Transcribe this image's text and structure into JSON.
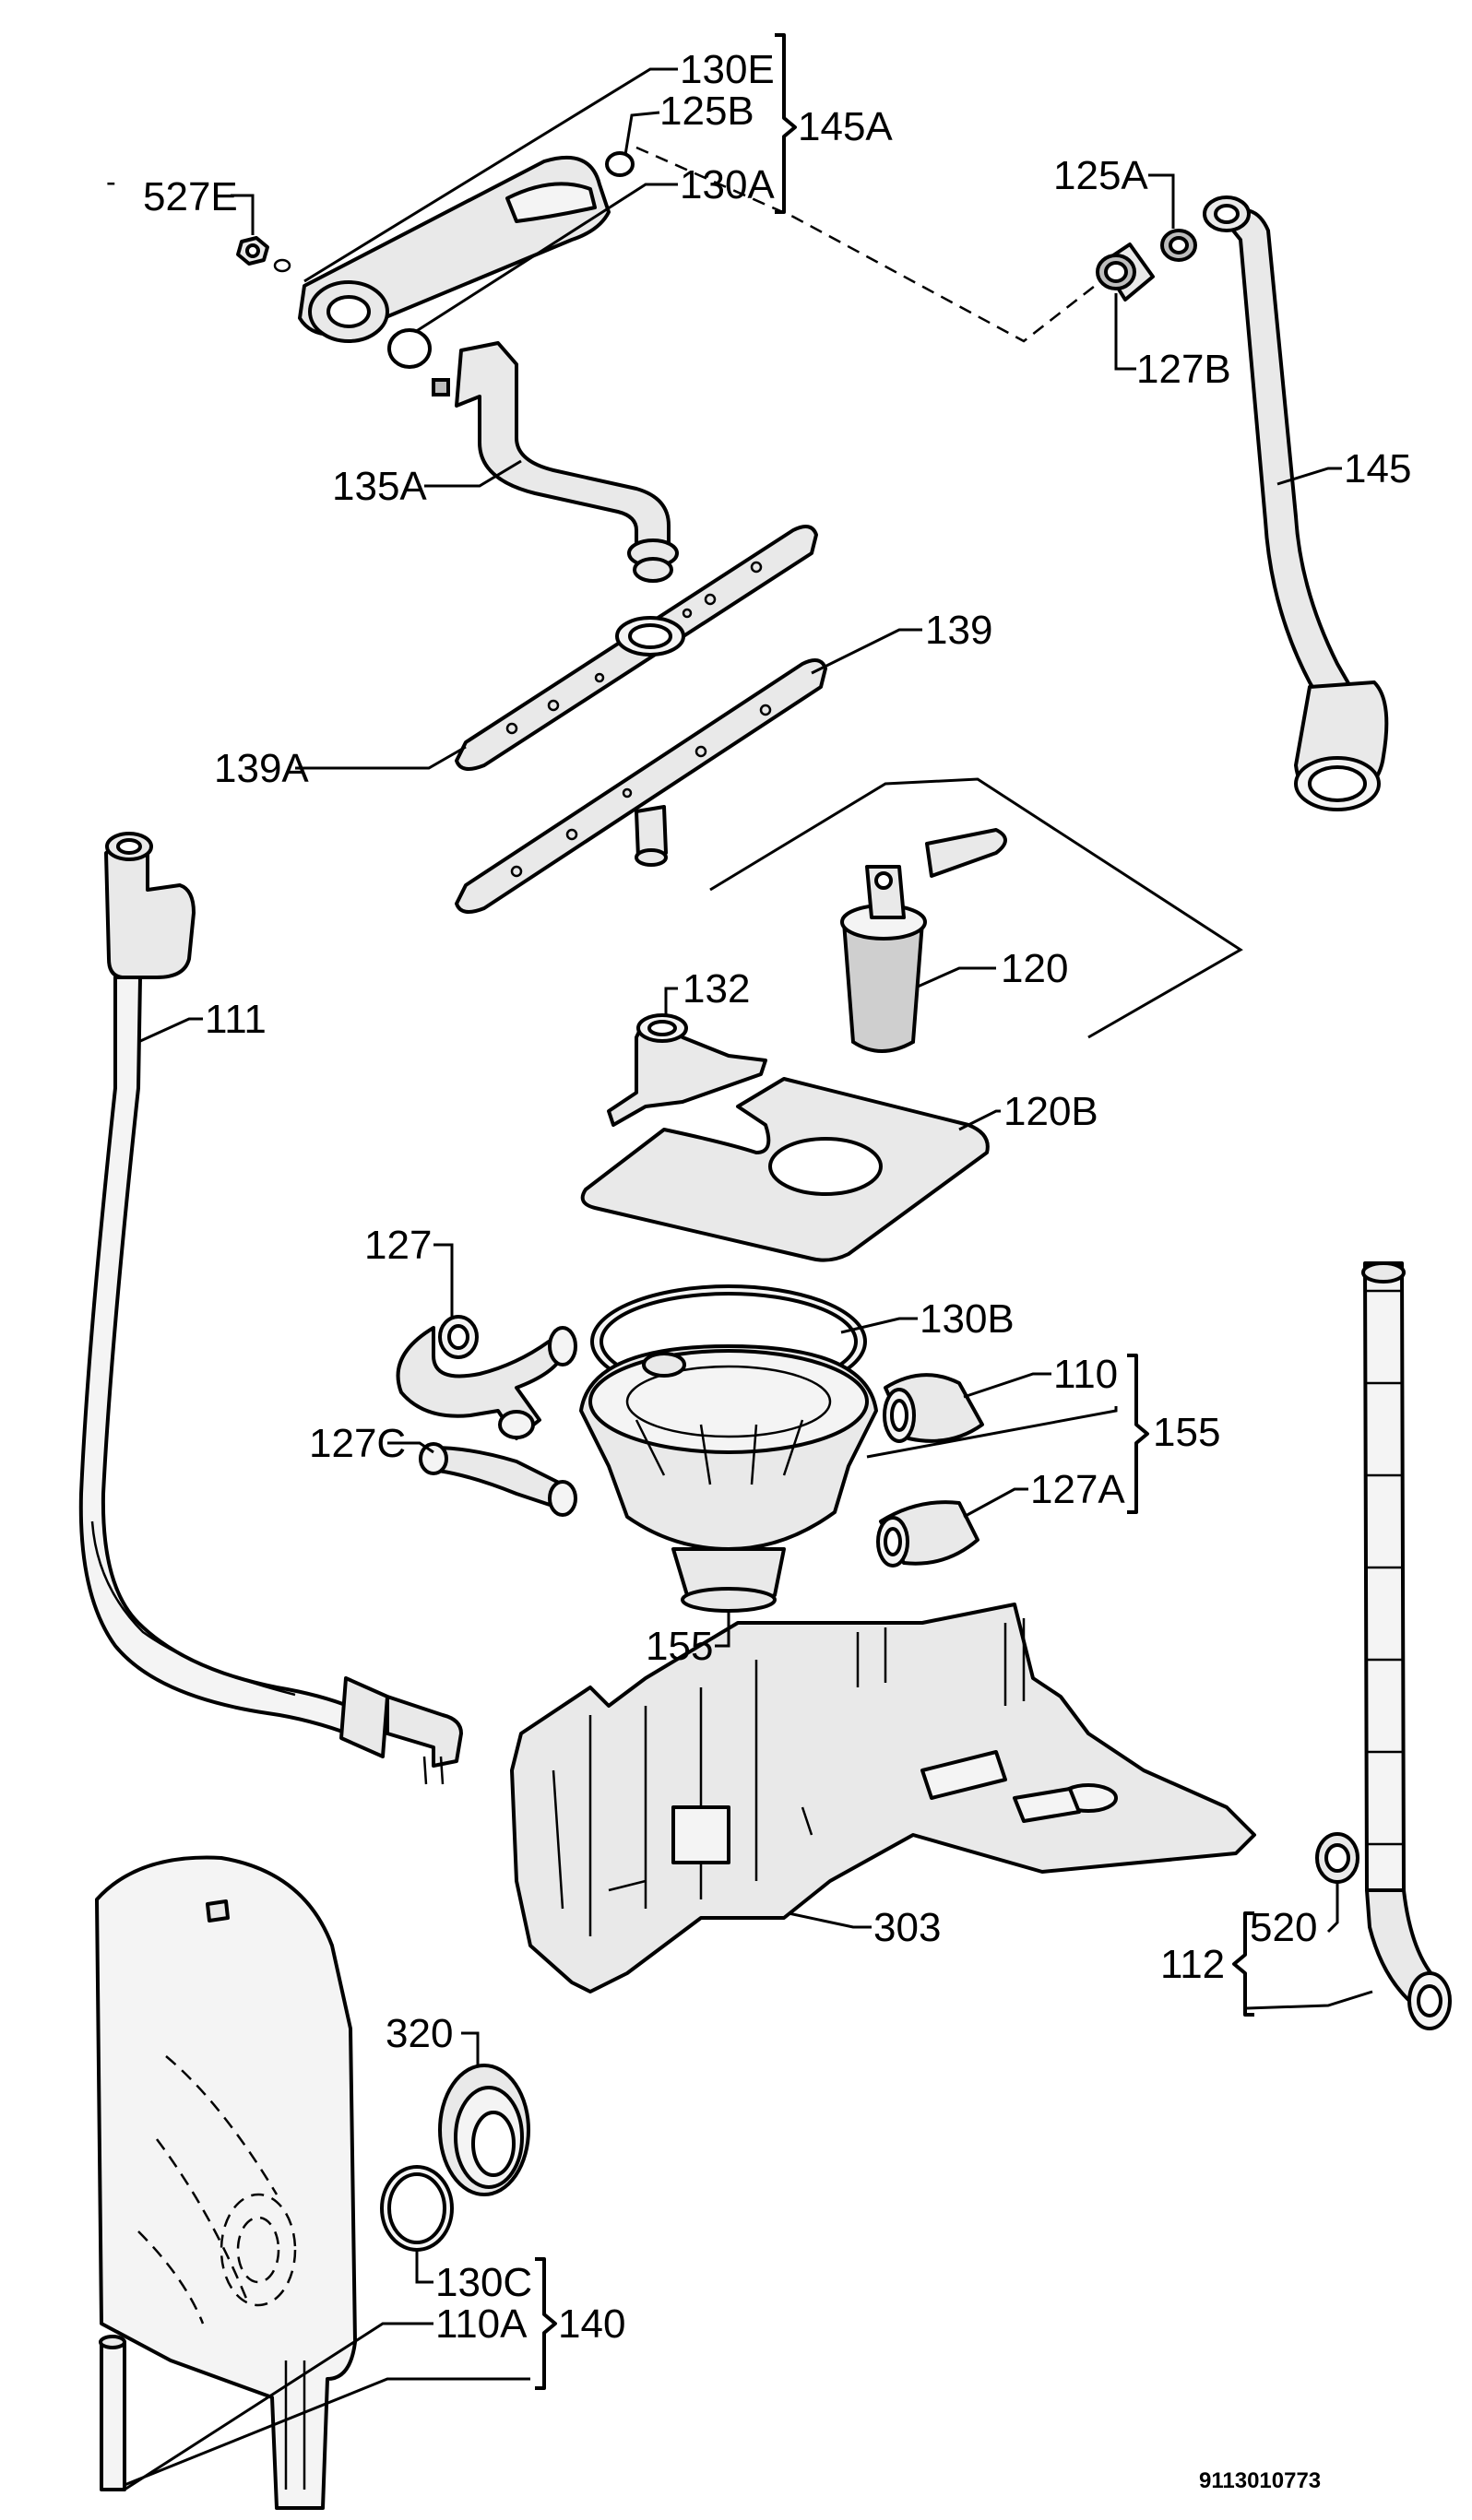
{
  "labels": {
    "l130E": "130E",
    "l125B": "125B",
    "l145A": "145A",
    "l130A": "130A",
    "l527E": "527E",
    "l125A": "125A",
    "l127B": "127B",
    "l135A": "135A",
    "l145": "145",
    "l139": "139",
    "l139A": "139A",
    "l111": "111",
    "l132": "132",
    "l120": "120",
    "l120B": "120B",
    "l127": "127",
    "l130B": "130B",
    "l110": "110",
    "l155": "155",
    "l127C": "127C",
    "l127A": "127A",
    "l155b": "155",
    "l303": "303",
    "l320": "320",
    "l520": "520",
    "l112": "112",
    "l130C": "130C",
    "l110A": "110A",
    "l140": "140"
  },
  "document_number": "9113010773"
}
